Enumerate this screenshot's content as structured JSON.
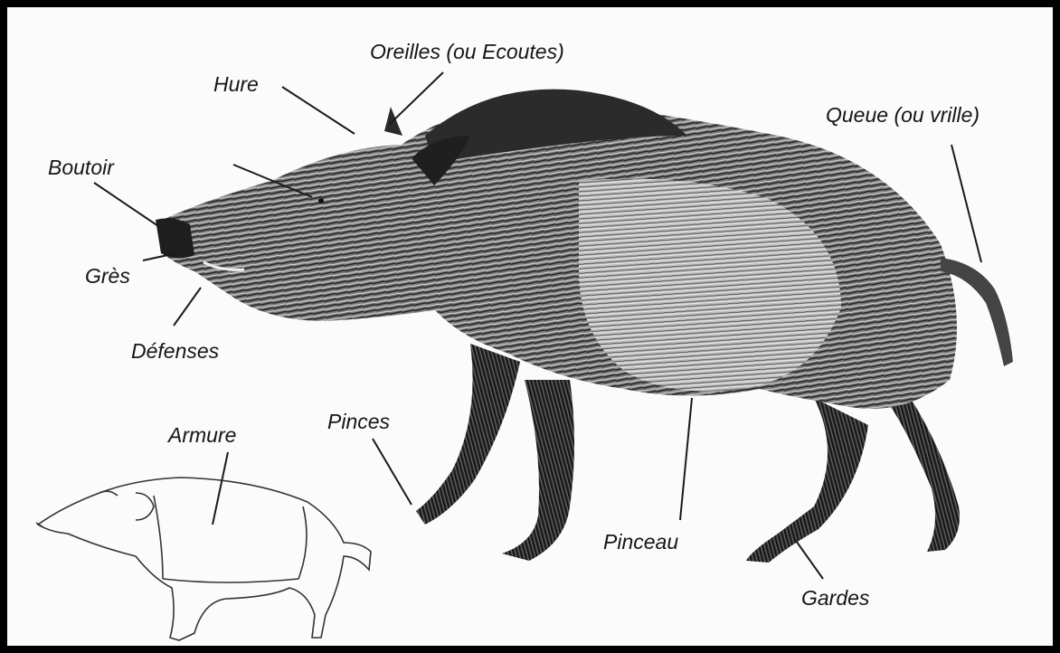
{
  "diagram": {
    "labels": {
      "oreilles": "Oreilles (ou Ecoutes)",
      "hure": "Hure",
      "queue": "Queue (ou vrille)",
      "boutoir": "Boutoir",
      "gres": "Grès",
      "defenses": "Défenses",
      "armure": "Armure",
      "pinces": "Pinces",
      "pinceau": "Pinceau",
      "gardes": "Gardes"
    },
    "colors": {
      "border": "#000000",
      "background": "#fbfbfb",
      "fur_dark": "#2a2a2a",
      "fur_mid": "#6e6e6e",
      "fur_light": "#c8c8c8"
    }
  }
}
